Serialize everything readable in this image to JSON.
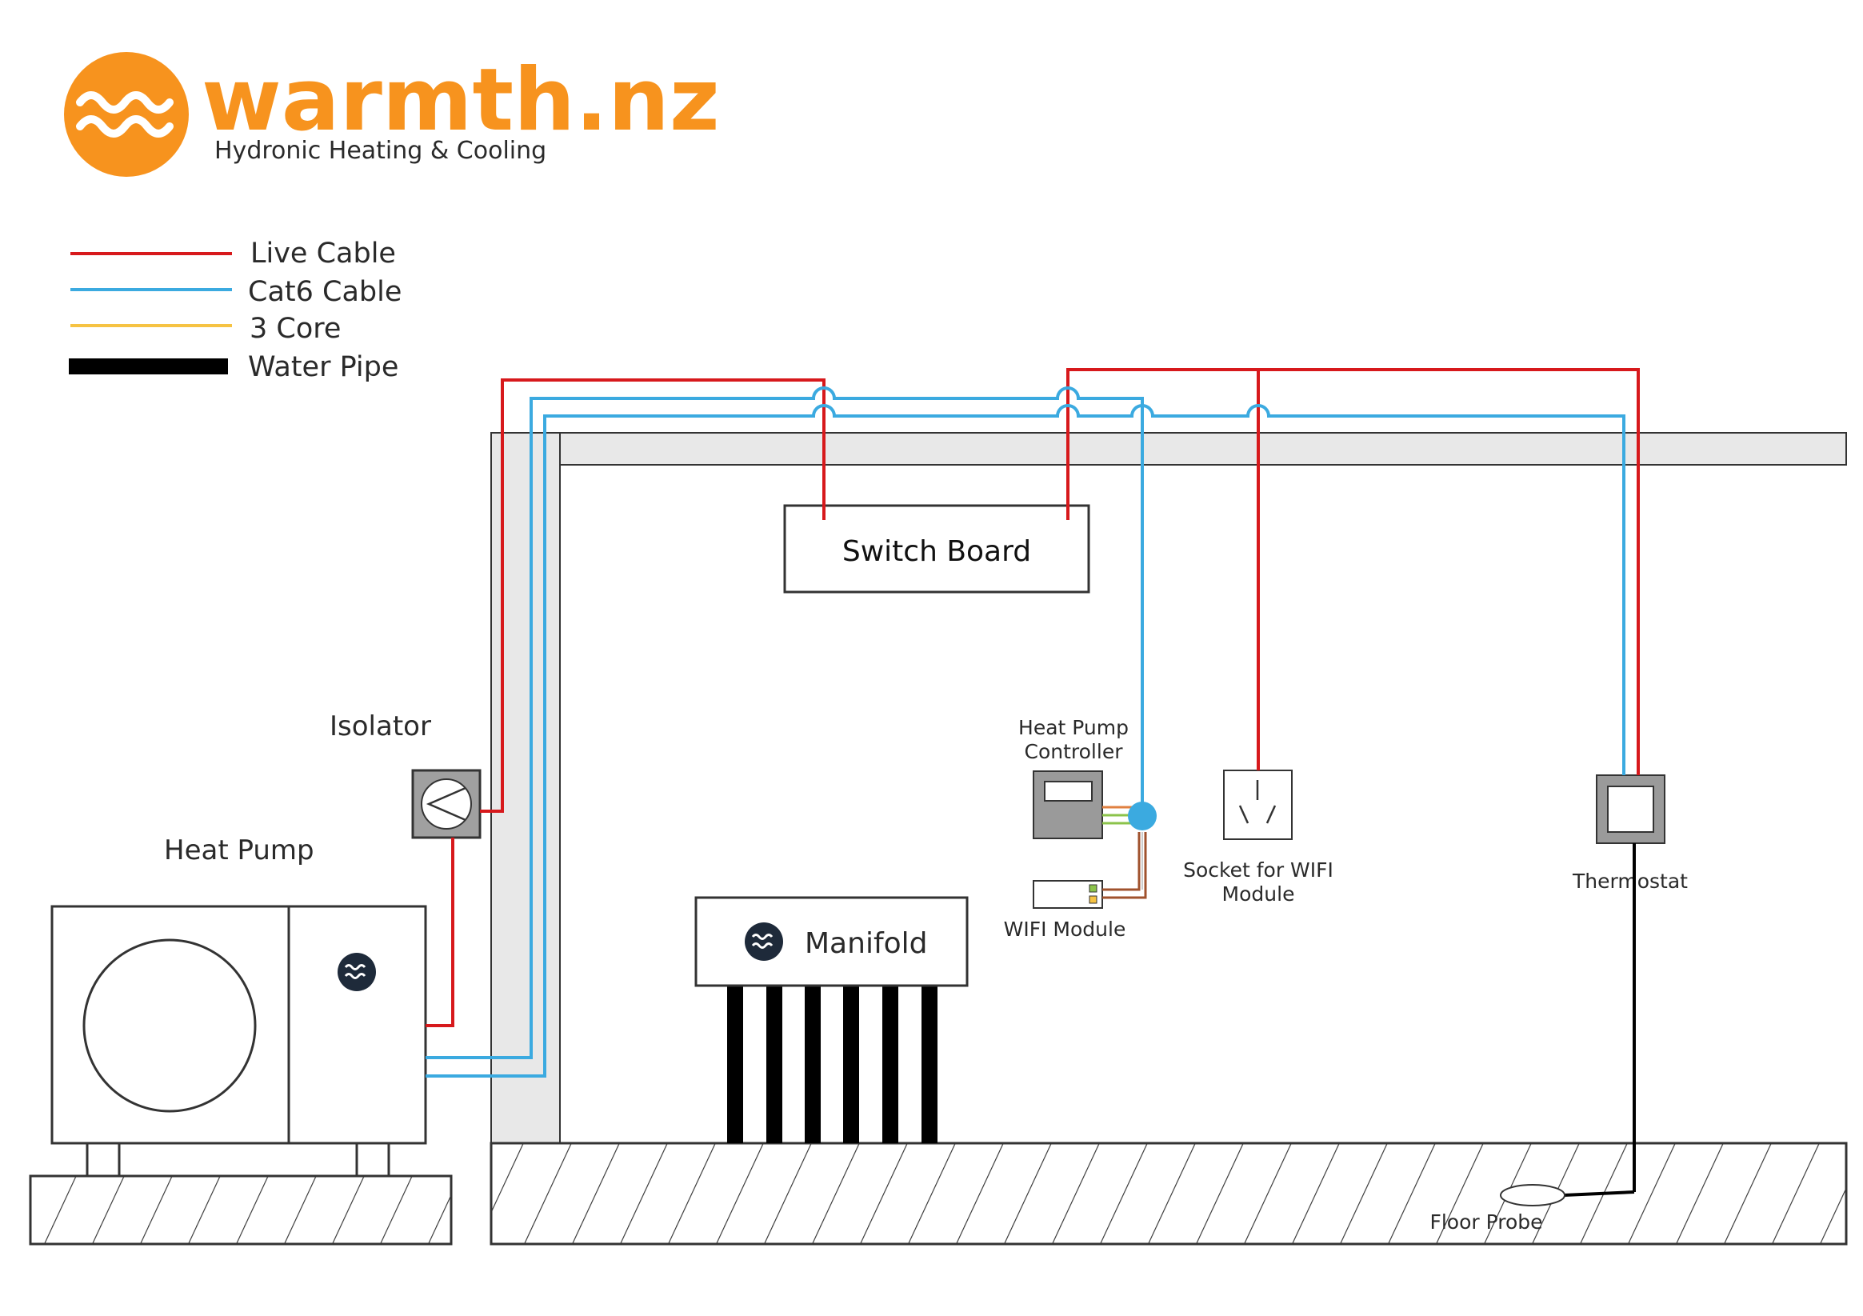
{
  "brand": {
    "name": "warmth.nz",
    "tagline": "Hydronic Heating & Cooling",
    "logo_icon": "wave-logo-icon",
    "colors": {
      "orange": "#F7931E",
      "yellow": "#FBB03B",
      "navy": "#1E2A3A"
    }
  },
  "legend": [
    {
      "label": "Live Cable",
      "color": "#D7191C",
      "style": "thin"
    },
    {
      "label": "Cat6 Cable",
      "color": "#3BAAE0",
      "style": "thin"
    },
    {
      "label": "3 Core",
      "color": "#F6C343",
      "style": "thin"
    },
    {
      "label": "Water Pipe",
      "color": "#000000",
      "style": "thick"
    }
  ],
  "components": {
    "isolator": "Isolator",
    "heat_pump": "Heat Pump",
    "switch_board": "Switch Board",
    "manifold": "Manifold",
    "heat_pump_controller_line1": "Heat Pump",
    "heat_pump_controller_line2": "Controller",
    "wifi_module": "WIFI Module",
    "socket_line1": "Socket for WIFI",
    "socket_line2": "Module",
    "thermostat": "Thermostat",
    "floor_probe": "Floor Probe"
  },
  "colors": {
    "live": "#D7191C",
    "cat6": "#3BAAE0",
    "wall_fill": "#E8E8E8",
    "outline": "#333333",
    "controller_gray": "#9A9A9A"
  }
}
